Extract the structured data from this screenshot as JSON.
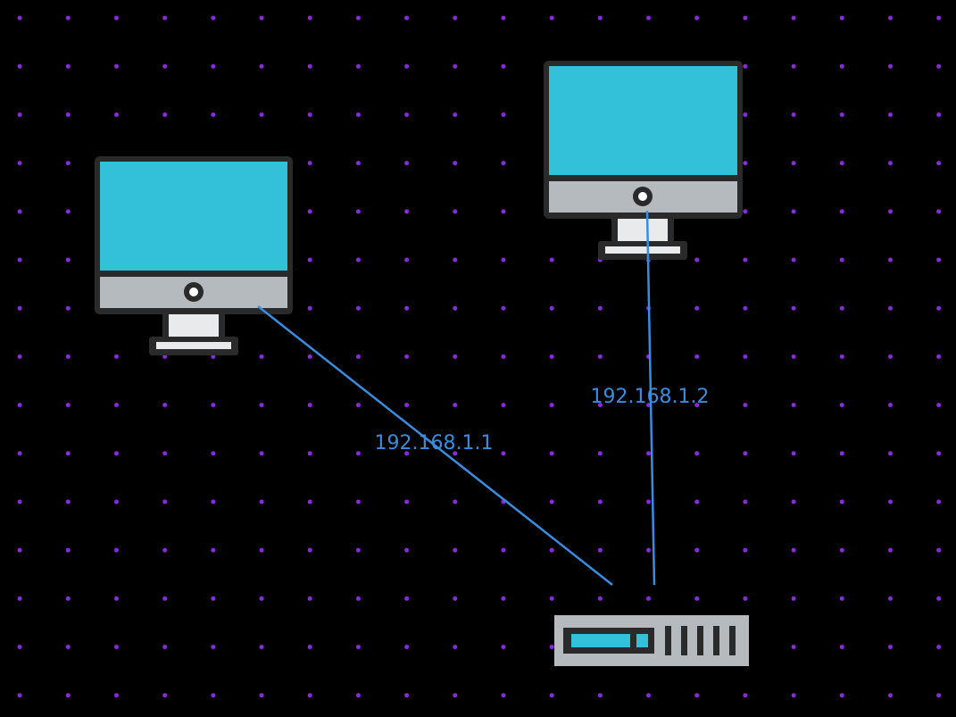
{
  "diagram": {
    "colors": {
      "background": "#000000",
      "grid_dot": "#8a2be2",
      "link": "#3a8dde",
      "screen": "#33c0d9",
      "bezel": "#b5babf",
      "outline": "#2a2a2a",
      "stand": "#e8eaeb"
    },
    "nodes": [
      {
        "id": "computer-1",
        "icon": "monitor-icon"
      },
      {
        "id": "computer-2",
        "icon": "monitor-icon"
      },
      {
        "id": "switch-1",
        "icon": "network-switch-icon"
      }
    ],
    "links": [
      {
        "from": "computer-1",
        "to": "switch-1",
        "label": "192.168.1.1"
      },
      {
        "from": "computer-2",
        "to": "switch-1",
        "label": "192.168.1.2"
      }
    ]
  }
}
